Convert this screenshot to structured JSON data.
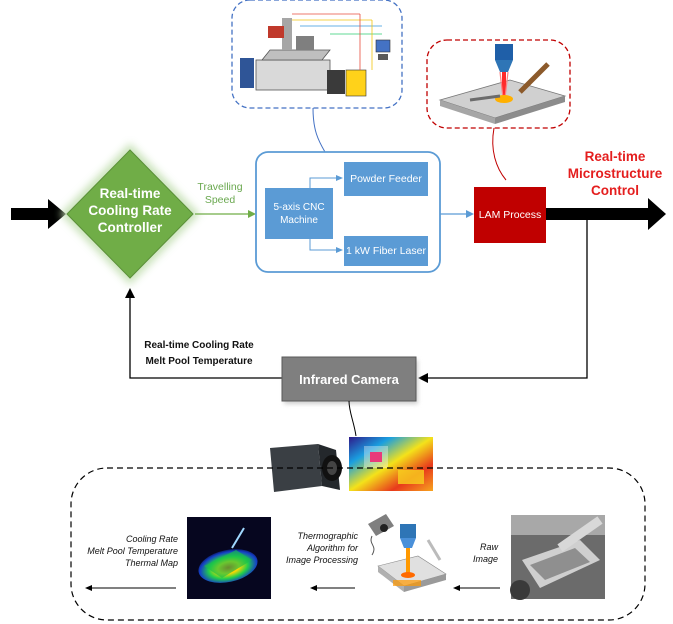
{
  "controller": {
    "lines": [
      "Real-time",
      "Cooling Rate",
      "Controller"
    ]
  },
  "speed_label": {
    "lines": [
      "Travelling",
      "Speed"
    ]
  },
  "machine": {
    "cnc": [
      "5-axis CNC",
      "Machine"
    ],
    "powder_feeder": "Powder Feeder",
    "fiber_laser": "1 kW Fiber Laser"
  },
  "lam_process": "LAM Process",
  "output_label": {
    "lines": [
      "Real-time",
      "Microstructure",
      "Control"
    ]
  },
  "feedback_label": {
    "lines": [
      "Real-time Cooling Rate",
      "Melt Pool Temperature"
    ]
  },
  "infrared_camera": "Infrared Camera",
  "processing": {
    "output_lines": [
      "Cooling Rate",
      "Melt Pool Temperature",
      "Thermal Map"
    ],
    "algorithm_lines": [
      "Thermographic",
      "Algorithm for",
      "Image Processing"
    ],
    "raw_lines": [
      "Raw",
      "Image"
    ]
  },
  "colors": {
    "controller_green": "#70ad47",
    "machine_blue": "#5b9bd5",
    "lam_red": "#c00000",
    "camera_gray": "#7f7f7f",
    "output_red": "#e41e1e"
  }
}
